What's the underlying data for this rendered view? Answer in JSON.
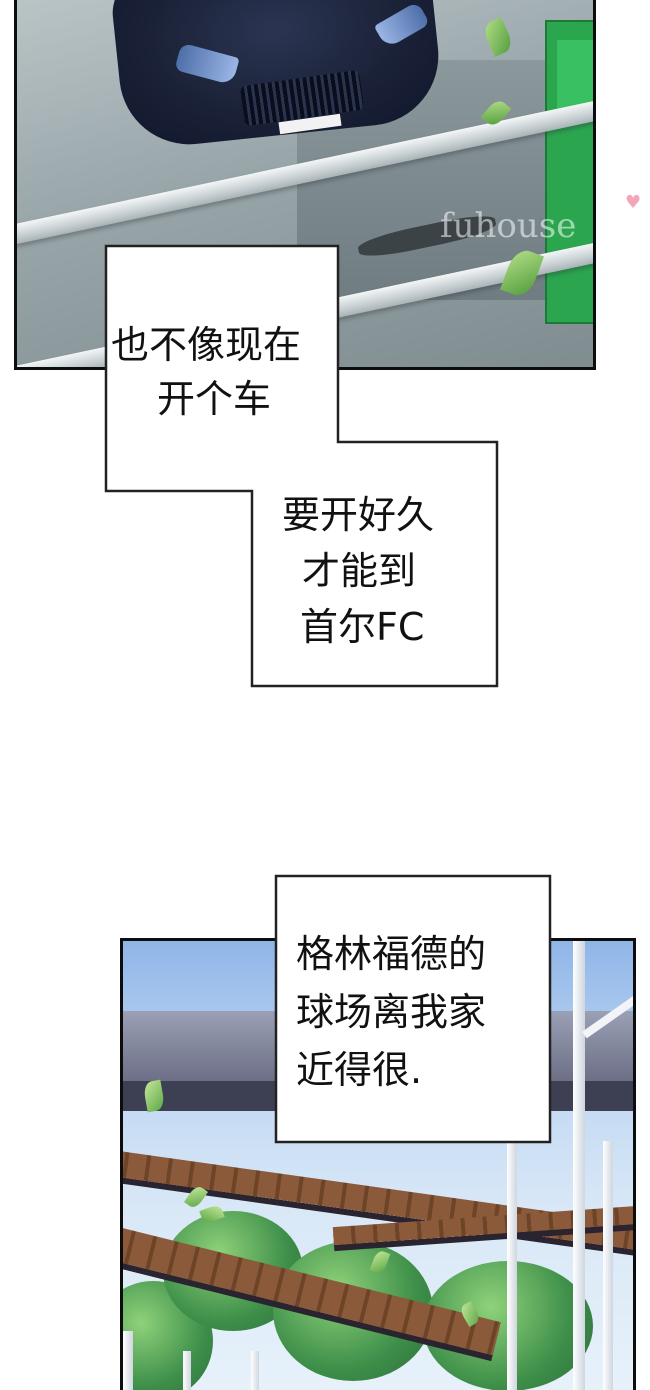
{
  "watermark": {
    "text": "fuhouse",
    "heart": "♥",
    "house": "⌂"
  },
  "bubbles": [
    {
      "lines": [
        "也不像现在",
        "开个车"
      ]
    },
    {
      "lines": [
        "要开好久",
        "才能到",
        "首尔FC"
      ]
    },
    {
      "lines": [
        "格林福德的",
        "球场离我家",
        "近得很."
      ]
    }
  ],
  "colors": {
    "panel_border": "#0d0d0d",
    "bubble_fill": "#ffffff",
    "text": "#111111",
    "car": "#1b2238",
    "sign_green": "#2ba64f",
    "sky": "#bfd7f2"
  }
}
